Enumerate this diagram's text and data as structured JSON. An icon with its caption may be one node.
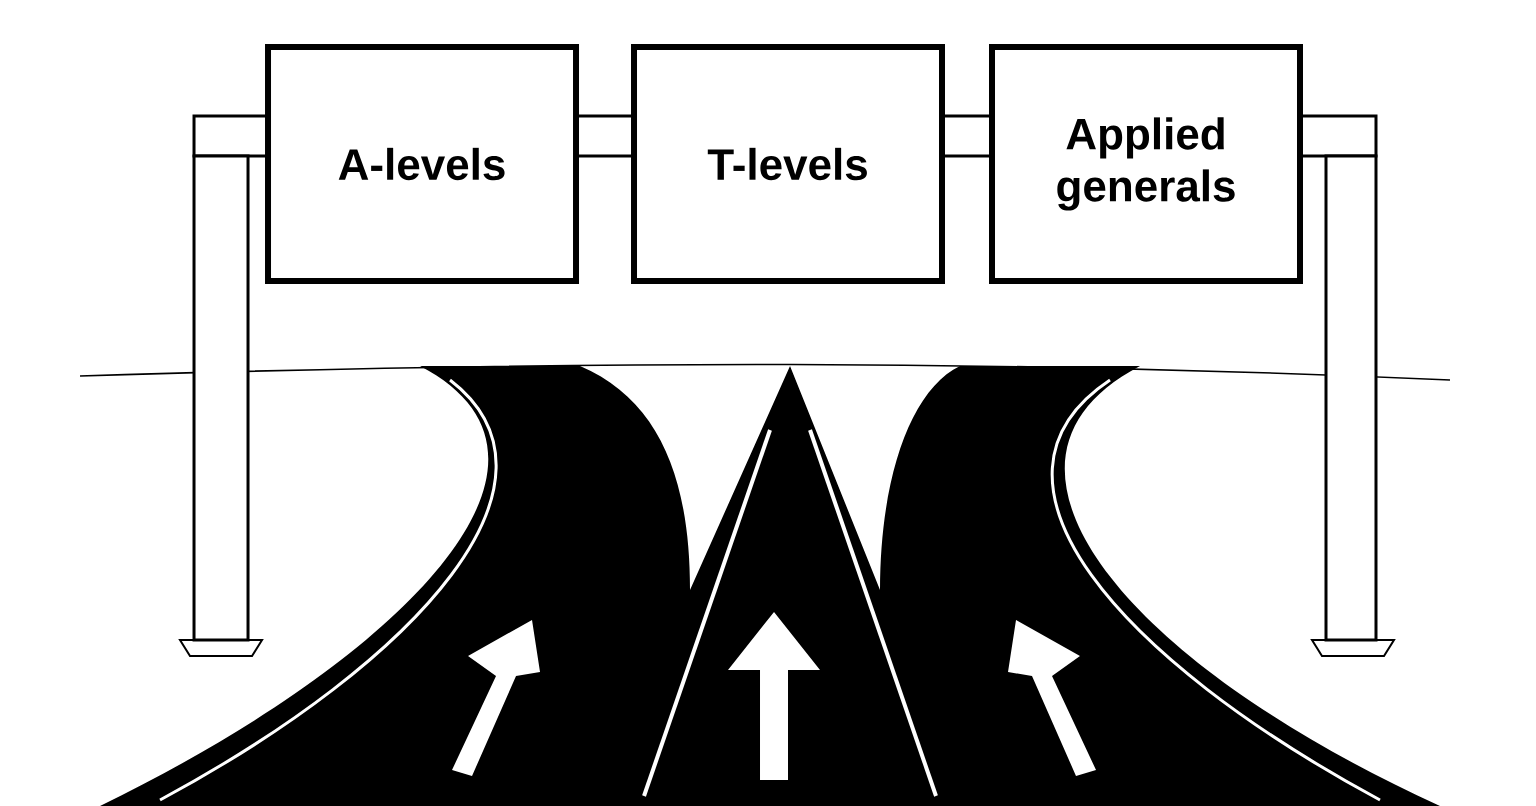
{
  "diagram": {
    "nodes": [
      {
        "text": [
          "A-levels"
        ]
      },
      {
        "text": [
          "T-levels"
        ]
      },
      {
        "text": [
          "Applied generals"
        ]
      }
    ]
  }
}
